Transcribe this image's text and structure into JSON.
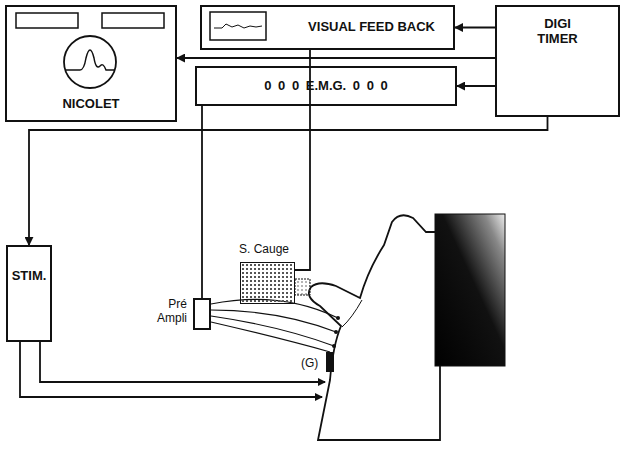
{
  "diagram": {
    "nodes": [
      {
        "text": [
          "NICOLET"
        ]
      },
      {
        "text": [
          "VISUAL FEED BACK"
        ]
      },
      {
        "text": [
          "DIGI TIMER"
        ]
      },
      {
        "text": [
          "0 0 0 E.M.G. 0 0 0"
        ]
      },
      {
        "text": [
          "STIM."
        ]
      },
      {
        "text": [
          "S. Cauge"
        ]
      },
      {
        "text": [
          "Pré Ampli"
        ]
      }
    ],
    "edges": [
      {
        "from": 2,
        "to": 1,
        "arrow": "to"
      },
      {
        "from": 2,
        "to": 0,
        "arrow": "to"
      },
      {
        "from": 2,
        "to": 3,
        "arrow": "to"
      },
      {
        "from": 2,
        "to": 4,
        "arrow": "to"
      },
      {
        "from": 3,
        "to": 6,
        "arrow": "none"
      },
      {
        "from": 1,
        "to": 5,
        "arrow": "none"
      }
    ],
    "labels": [
      "(G)"
    ]
  }
}
